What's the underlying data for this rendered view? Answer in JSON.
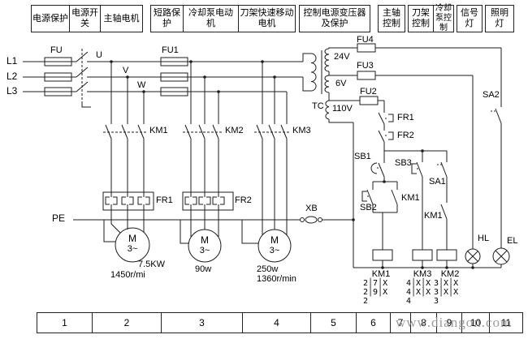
{
  "header": [
    "电源保护",
    "电源开关",
    "主轴电机",
    "短路保护",
    "冷却泵电动机",
    "刀架快速移动电机",
    "控制电源变压器及保护",
    "主轴控制",
    "刀架控制",
    "冷却泵控制",
    "信号灯",
    "照明灯"
  ],
  "footer": [
    "1",
    "2",
    "3",
    "4",
    "5",
    "6",
    "7",
    "8",
    "9",
    "10",
    "11"
  ],
  "watermark": "www.diangon.com",
  "labels": {
    "l1": "L1",
    "l2": "L2",
    "l3": "L3",
    "fu": "FU",
    "fu1": "FU1",
    "fu2": "FU2",
    "fu3": "FU3",
    "fu4": "FU4",
    "u": "U",
    "v": "V",
    "w": "W",
    "km1": "KM1",
    "km2": "KM2",
    "km3": "KM3",
    "fr1": "FR1",
    "fr2": "FR2",
    "fr1_aux": "FR1",
    "fr2_aux": "FR2",
    "pe": "PE",
    "xb": "XB",
    "tc": "TC",
    "v24": "24V",
    "v6": "6V",
    "v110": "110V",
    "sb1": "SB1",
    "sb2": "SB2",
    "sb3": "SB3",
    "sa1": "SA1",
    "sa2": "SA2",
    "km1_aux": "KM1",
    "km1_no": "KM1",
    "hl": "HL",
    "el": "EL",
    "motor_m": "M",
    "motor_3": "3~",
    "m1_power": "7.5KW",
    "m1_speed": "1450r/mi",
    "m2_power": "90w",
    "m3_power": "250w",
    "m3_speed": "1360r/min"
  },
  "tables": {
    "km1": {
      "title": "KM1",
      "rows": [
        "2│7│X",
        "2│9│X",
        "2"
      ]
    },
    "km3": {
      "title": "KM3",
      "rows": [
        "4│X│X",
        "4│X│X",
        "4"
      ]
    },
    "km2": {
      "title": "KM2",
      "rows": [
        "3│X│X",
        "3│X│X",
        "3"
      ]
    }
  },
  "colors": {
    "line": "#1c1c1c",
    "watermark": "#919191"
  }
}
